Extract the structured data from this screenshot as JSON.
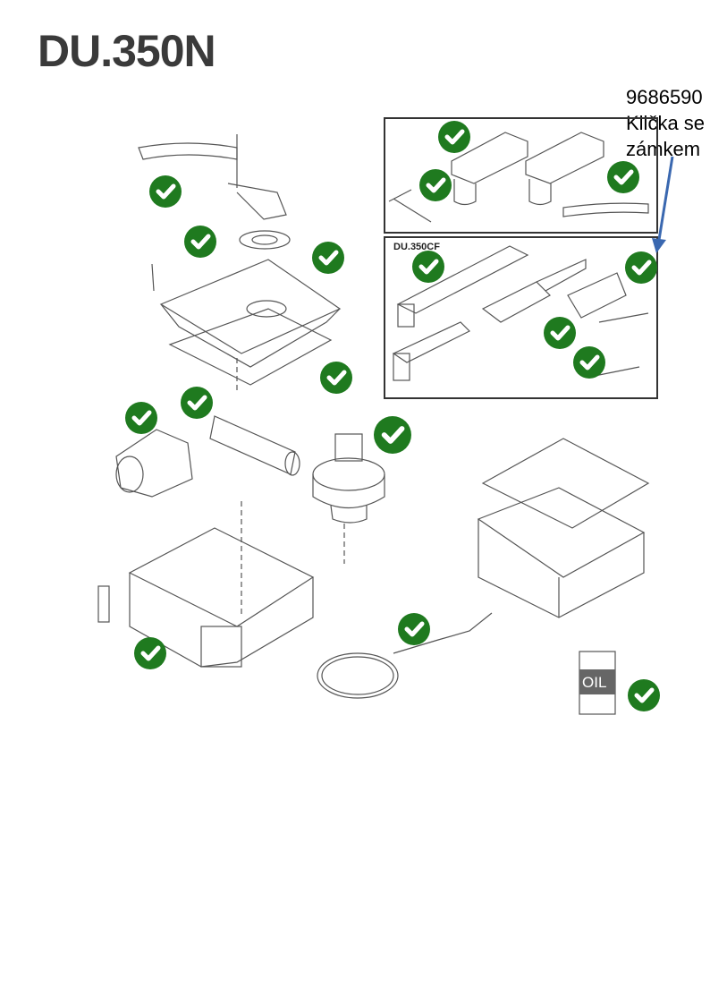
{
  "title": "DU.350N",
  "note": {
    "line1": "9686590",
    "line2": "Klička se",
    "line3": "zámkem"
  },
  "subassembly_label": "DU.350CF",
  "oil_label": "OIL",
  "colors": {
    "check": "#1f7a1f",
    "arrow": "#3a68b0"
  },
  "check_icon": "check-circle-icon"
}
